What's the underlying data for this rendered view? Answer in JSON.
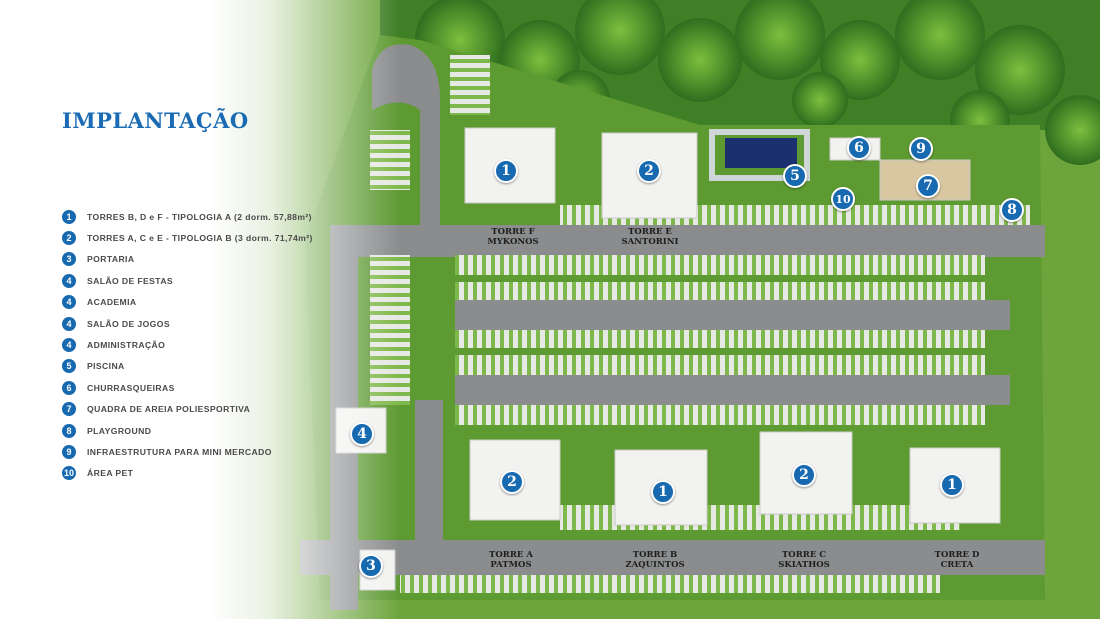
{
  "title": "IMPLANTAÇÃO",
  "legend": [
    {
      "num": "1",
      "label": "TORRES B, D e F - TIPOLOGIA A (2 dorm. 57,88m²)"
    },
    {
      "num": "2",
      "label": "TORRES A, C e E - TIPOLOGIA B (3 dorm. 71,74m²)"
    },
    {
      "num": "3",
      "label": "PORTARIA"
    },
    {
      "num": "4",
      "label": "SALÃO DE FESTAS"
    },
    {
      "num": "4",
      "label": "ACADEMIA"
    },
    {
      "num": "4",
      "label": "SALÃO DE JOGOS"
    },
    {
      "num": "4",
      "label": "ADMINISTRAÇÃO"
    },
    {
      "num": "5",
      "label": "PISCINA"
    },
    {
      "num": "6",
      "label": "CHURRASQUEIRAS"
    },
    {
      "num": "7",
      "label": "QUADRA DE AREIA POLIESPORTIVA"
    },
    {
      "num": "8",
      "label": "PLAYGROUND"
    },
    {
      "num": "9",
      "label": "INFRAESTRUTURA PARA MINI MERCADO"
    },
    {
      "num": "10",
      "label": "ÁREA PET"
    }
  ],
  "markers": [
    "1",
    "2",
    "5",
    "6",
    "9",
    "7",
    "10",
    "8",
    "4",
    "3",
    "2",
    "1",
    "2",
    "1"
  ],
  "towers": [
    {
      "line1": "TORRE F",
      "line2": "MYKONOS"
    },
    {
      "line1": "TORRE E",
      "line2": "SANTORINI"
    },
    {
      "line1": "TORRE A",
      "line2": "PATMOS"
    },
    {
      "line1": "TORRE B",
      "line2": "ZAQUINTOS"
    },
    {
      "line1": "TORRE C",
      "line2": "SKIATHOS"
    },
    {
      "line1": "TORRE D",
      "line2": "CRETA"
    }
  ],
  "colors": {
    "accent": "#1769b0",
    "grass": "#6da53c",
    "road": "#8a8c8e"
  }
}
